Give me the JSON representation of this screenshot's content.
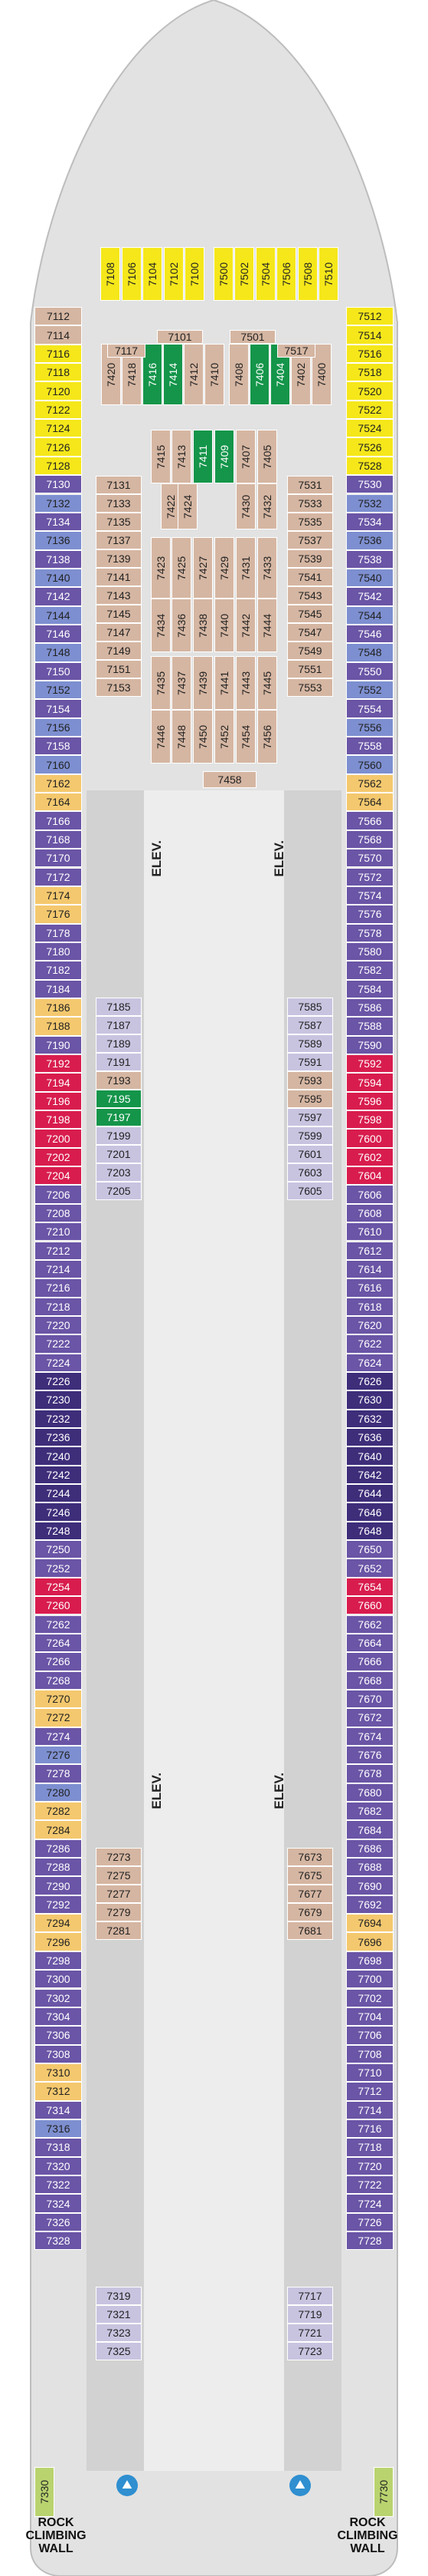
{
  "colors": {
    "purple": "#6a55a6",
    "blue": "#7d8fd0",
    "navy": "#3e2e7a",
    "red": "#d81d4e",
    "yellow": "#f5e71a",
    "green": "#14954a",
    "tan": "#d5b6a2",
    "lavender": "#c8c4e0",
    "orange": "#f4c86e",
    "lightgreen": "#b9d36f",
    "gray": "#d9d9d9"
  },
  "labels": {
    "elevator": "ELEV.",
    "rock_climbing": "ROCK CLIMBING WALL",
    "stair_icon": "stair-icon",
    "accessible_icon": "accessible-icon",
    "connecting_icon": "connecting-arrow-icon",
    "climber_icon": "climbing-icon"
  },
  "top_row": [
    {
      "n": "7108",
      "c": "yellow"
    },
    {
      "n": "7106",
      "c": "yellow"
    },
    {
      "n": "7104",
      "c": "yellow"
    },
    {
      "n": "7102",
      "c": "yellow"
    },
    {
      "n": "7100",
      "c": "yellow"
    },
    {
      "n": "7500",
      "c": "yellow"
    },
    {
      "n": "7502",
      "c": "yellow"
    },
    {
      "n": "7504",
      "c": "yellow"
    },
    {
      "n": "7506",
      "c": "yellow"
    },
    {
      "n": "7508",
      "c": "yellow"
    },
    {
      "n": "7510",
      "c": "yellow"
    }
  ],
  "fwd_row": [
    {
      "n": "7420",
      "c": "tan"
    },
    {
      "n": "7418",
      "c": "tan"
    },
    {
      "n": "7416",
      "c": "green"
    },
    {
      "n": "7414",
      "c": "green"
    },
    {
      "n": "7412",
      "c": "tan"
    },
    {
      "n": "7410",
      "c": "tan"
    },
    {
      "n": "7408",
      "c": "tan"
    },
    {
      "n": "7406",
      "c": "green"
    },
    {
      "n": "7404",
      "c": "green"
    },
    {
      "n": "7402",
      "c": "tan"
    },
    {
      "n": "7400",
      "c": "tan"
    }
  ],
  "fwd_small": [
    {
      "n": "7101",
      "c": "tan"
    },
    {
      "n": "7501",
      "c": "tan"
    },
    {
      "n": "7117",
      "c": "tan"
    },
    {
      "n": "7517",
      "c": "tan"
    }
  ],
  "mid_cols": [
    {
      "n": "7415",
      "c": "tan"
    },
    {
      "n": "7413",
      "c": "tan"
    },
    {
      "n": "7411",
      "c": "green"
    },
    {
      "n": "7409",
      "c": "green"
    },
    {
      "n": "7407",
      "c": "tan"
    },
    {
      "n": "7405",
      "c": "tan"
    },
    {
      "n": "7422",
      "c": "tan"
    },
    {
      "n": "7424",
      "c": "tan"
    },
    {
      "n": "7430",
      "c": "tan"
    },
    {
      "n": "7432",
      "c": "tan"
    },
    {
      "n": "7423",
      "c": "tan"
    },
    {
      "n": "7425",
      "c": "tan"
    },
    {
      "n": "7427",
      "c": "tan"
    },
    {
      "n": "7429",
      "c": "tan"
    },
    {
      "n": "7431",
      "c": "tan"
    },
    {
      "n": "7433",
      "c": "tan"
    },
    {
      "n": "7434",
      "c": "tan"
    },
    {
      "n": "7436",
      "c": "tan"
    },
    {
      "n": "7438",
      "c": "tan"
    },
    {
      "n": "7440",
      "c": "tan"
    },
    {
      "n": "7442",
      "c": "tan"
    },
    {
      "n": "7444",
      "c": "tan"
    },
    {
      "n": "7435",
      "c": "tan"
    },
    {
      "n": "7437",
      "c": "tan"
    },
    {
      "n": "7439",
      "c": "tan"
    },
    {
      "n": "7441",
      "c": "tan"
    },
    {
      "n": "7443",
      "c": "tan"
    },
    {
      "n": "7445",
      "c": "tan"
    },
    {
      "n": "7446",
      "c": "tan"
    },
    {
      "n": "7448",
      "c": "tan"
    },
    {
      "n": "7450",
      "c": "tan"
    },
    {
      "n": "7452",
      "c": "tan"
    },
    {
      "n": "7454",
      "c": "tan"
    },
    {
      "n": "7456",
      "c": "tan"
    },
    {
      "n": "7458",
      "c": "tan"
    }
  ],
  "inner_left_fwd": [
    "7131",
    "7133",
    "7135",
    "7137",
    "7139",
    "7141",
    "7143",
    "7145",
    "7147",
    "7149",
    "7151",
    "7153"
  ],
  "inner_right_fwd": [
    "7531",
    "7533",
    "7535",
    "7537",
    "7539",
    "7541",
    "7543",
    "7545",
    "7547",
    "7549",
    "7551",
    "7553"
  ],
  "port_upper": [
    {
      "n": "7112",
      "c": "tan"
    },
    {
      "n": "7114",
      "c": "tan"
    },
    {
      "n": "7116",
      "c": "yellow"
    },
    {
      "n": "7118",
      "c": "yellow"
    },
    {
      "n": "7120",
      "c": "yellow"
    },
    {
      "n": "7122",
      "c": "yellow"
    },
    {
      "n": "7124",
      "c": "yellow"
    },
    {
      "n": "7126",
      "c": "yellow"
    },
    {
      "n": "7128",
      "c": "yellow"
    },
    {
      "n": "7130",
      "c": "purple"
    },
    {
      "n": "7132",
      "c": "blue"
    },
    {
      "n": "7134",
      "c": "purple"
    },
    {
      "n": "7136",
      "c": "blue"
    },
    {
      "n": "7138",
      "c": "purple"
    },
    {
      "n": "7140",
      "c": "blue"
    },
    {
      "n": "7142",
      "c": "purple"
    },
    {
      "n": "7144",
      "c": "blue"
    },
    {
      "n": "7146",
      "c": "purple"
    },
    {
      "n": "7148",
      "c": "blue"
    },
    {
      "n": "7150",
      "c": "purple"
    },
    {
      "n": "7152",
      "c": "blue"
    },
    {
      "n": "7154",
      "c": "purple"
    },
    {
      "n": "7156",
      "c": "blue"
    },
    {
      "n": "7158",
      "c": "purple"
    },
    {
      "n": "7160",
      "c": "blue"
    },
    {
      "n": "7162",
      "c": "orange"
    },
    {
      "n": "7164",
      "c": "orange"
    },
    {
      "n": "7166",
      "c": "purple"
    },
    {
      "n": "7168",
      "c": "purple"
    },
    {
      "n": "7170",
      "c": "purple"
    },
    {
      "n": "7172",
      "c": "purple"
    },
    {
      "n": "7174",
      "c": "orange"
    },
    {
      "n": "7176",
      "c": "orange"
    },
    {
      "n": "7178",
      "c": "purple"
    },
    {
      "n": "7180",
      "c": "purple"
    },
    {
      "n": "7182",
      "c": "purple"
    },
    {
      "n": "7184",
      "c": "purple"
    },
    {
      "n": "7186",
      "c": "orange"
    },
    {
      "n": "7188",
      "c": "orange"
    },
    {
      "n": "7190",
      "c": "purple"
    },
    {
      "n": "7192",
      "c": "red"
    },
    {
      "n": "7194",
      "c": "red"
    },
    {
      "n": "7196",
      "c": "red"
    },
    {
      "n": "7198",
      "c": "red"
    },
    {
      "n": "7200",
      "c": "red"
    },
    {
      "n": "7202",
      "c": "red"
    },
    {
      "n": "7204",
      "c": "red"
    },
    {
      "n": "7206",
      "c": "purple"
    },
    {
      "n": "7208",
      "c": "purple"
    },
    {
      "n": "7210",
      "c": "purple"
    },
    {
      "n": "7212",
      "c": "purple"
    },
    {
      "n": "7214",
      "c": "purple"
    },
    {
      "n": "7216",
      "c": "purple"
    },
    {
      "n": "7218",
      "c": "purple"
    },
    {
      "n": "7220",
      "c": "purple"
    },
    {
      "n": "7222",
      "c": "purple"
    },
    {
      "n": "7224",
      "c": "purple"
    },
    {
      "n": "7226",
      "c": "navy"
    },
    {
      "n": "7230",
      "c": "navy"
    },
    {
      "n": "7232",
      "c": "navy"
    },
    {
      "n": "7236",
      "c": "navy"
    },
    {
      "n": "7240",
      "c": "navy"
    },
    {
      "n": "7242",
      "c": "navy"
    },
    {
      "n": "7244",
      "c": "navy"
    },
    {
      "n": "7246",
      "c": "navy"
    },
    {
      "n": "7248",
      "c": "navy"
    },
    {
      "n": "7250",
      "c": "purple"
    },
    {
      "n": "7252",
      "c": "purple"
    },
    {
      "n": "7254",
      "c": "red"
    },
    {
      "n": "7260",
      "c": "red"
    },
    {
      "n": "7262",
      "c": "purple"
    },
    {
      "n": "7264",
      "c": "purple"
    },
    {
      "n": "7266",
      "c": "purple"
    },
    {
      "n": "7268",
      "c": "purple"
    },
    {
      "n": "7270",
      "c": "orange"
    },
    {
      "n": "7272",
      "c": "orange"
    },
    {
      "n": "7274",
      "c": "purple"
    },
    {
      "n": "7276",
      "c": "blue"
    },
    {
      "n": "7278",
      "c": "purple"
    },
    {
      "n": "7280",
      "c": "blue"
    },
    {
      "n": "7282",
      "c": "orange"
    },
    {
      "n": "7284",
      "c": "orange"
    },
    {
      "n": "7286",
      "c": "purple"
    },
    {
      "n": "7288",
      "c": "purple"
    },
    {
      "n": "7290",
      "c": "purple"
    },
    {
      "n": "7292",
      "c": "purple"
    },
    {
      "n": "7294",
      "c": "orange"
    },
    {
      "n": "7296",
      "c": "orange"
    },
    {
      "n": "7298",
      "c": "purple"
    },
    {
      "n": "7300",
      "c": "purple"
    },
    {
      "n": "7302",
      "c": "purple"
    },
    {
      "n": "7304",
      "c": "purple"
    },
    {
      "n": "7306",
      "c": "purple"
    },
    {
      "n": "7308",
      "c": "purple"
    },
    {
      "n": "7310",
      "c": "orange"
    },
    {
      "n": "7312",
      "c": "orange"
    },
    {
      "n": "7314",
      "c": "purple"
    },
    {
      "n": "7316",
      "c": "blue"
    },
    {
      "n": "7318",
      "c": "purple"
    },
    {
      "n": "7320",
      "c": "purple"
    },
    {
      "n": "7322",
      "c": "purple"
    },
    {
      "n": "7324",
      "c": "purple"
    },
    {
      "n": "7326",
      "c": "purple"
    },
    {
      "n": "7328",
      "c": "purple"
    }
  ],
  "star_upper": [
    {
      "n": "7512",
      "c": "yellow"
    },
    {
      "n": "7514",
      "c": "yellow"
    },
    {
      "n": "7516",
      "c": "yellow"
    },
    {
      "n": "7518",
      "c": "yellow"
    },
    {
      "n": "7520",
      "c": "yellow"
    },
    {
      "n": "7522",
      "c": "yellow"
    },
    {
      "n": "7524",
      "c": "yellow"
    },
    {
      "n": "7526",
      "c": "yellow"
    },
    {
      "n": "7528",
      "c": "yellow"
    },
    {
      "n": "7530",
      "c": "purple"
    },
    {
      "n": "7532",
      "c": "blue"
    },
    {
      "n": "7534",
      "c": "purple"
    },
    {
      "n": "7536",
      "c": "blue"
    },
    {
      "n": "7538",
      "c": "purple"
    },
    {
      "n": "7540",
      "c": "blue"
    },
    {
      "n": "7542",
      "c": "purple"
    },
    {
      "n": "7544",
      "c": "blue"
    },
    {
      "n": "7546",
      "c": "purple"
    },
    {
      "n": "7548",
      "c": "blue"
    },
    {
      "n": "7550",
      "c": "purple"
    },
    {
      "n": "7552",
      "c": "blue"
    },
    {
      "n": "7554",
      "c": "purple"
    },
    {
      "n": "7556",
      "c": "blue"
    },
    {
      "n": "7558",
      "c": "purple"
    },
    {
      "n": "7560",
      "c": "blue"
    },
    {
      "n": "7562",
      "c": "orange"
    },
    {
      "n": "7564",
      "c": "orange"
    },
    {
      "n": "7566",
      "c": "purple"
    },
    {
      "n": "7568",
      "c": "purple"
    },
    {
      "n": "7570",
      "c": "purple"
    },
    {
      "n": "7572",
      "c": "purple"
    },
    {
      "n": "7574",
      "c": "purple"
    },
    {
      "n": "7576",
      "c": "purple"
    },
    {
      "n": "7578",
      "c": "purple"
    },
    {
      "n": "7580",
      "c": "purple"
    },
    {
      "n": "7582",
      "c": "purple"
    },
    {
      "n": "7584",
      "c": "purple"
    },
    {
      "n": "7586",
      "c": "purple"
    },
    {
      "n": "7588",
      "c": "purple"
    },
    {
      "n": "7590",
      "c": "purple"
    },
    {
      "n": "7592",
      "c": "red"
    },
    {
      "n": "7594",
      "c": "red"
    },
    {
      "n": "7596",
      "c": "red"
    },
    {
      "n": "7598",
      "c": "red"
    },
    {
      "n": "7600",
      "c": "red"
    },
    {
      "n": "7602",
      "c": "red"
    },
    {
      "n": "7604",
      "c": "red"
    },
    {
      "n": "7606",
      "c": "purple"
    },
    {
      "n": "7608",
      "c": "purple"
    },
    {
      "n": "7610",
      "c": "purple"
    },
    {
      "n": "7612",
      "c": "purple"
    },
    {
      "n": "7614",
      "c": "purple"
    },
    {
      "n": "7616",
      "c": "purple"
    },
    {
      "n": "7618",
      "c": "purple"
    },
    {
      "n": "7620",
      "c": "purple"
    },
    {
      "n": "7622",
      "c": "purple"
    },
    {
      "n": "7624",
      "c": "purple"
    },
    {
      "n": "7626",
      "c": "navy"
    },
    {
      "n": "7630",
      "c": "navy"
    },
    {
      "n": "7632",
      "c": "navy"
    },
    {
      "n": "7636",
      "c": "navy"
    },
    {
      "n": "7640",
      "c": "navy"
    },
    {
      "n": "7642",
      "c": "navy"
    },
    {
      "n": "7644",
      "c": "navy"
    },
    {
      "n": "7646",
      "c": "navy"
    },
    {
      "n": "7648",
      "c": "navy"
    },
    {
      "n": "7650",
      "c": "purple"
    },
    {
      "n": "7652",
      "c": "purple"
    },
    {
      "n": "7654",
      "c": "red"
    },
    {
      "n": "7660",
      "c": "red"
    },
    {
      "n": "7662",
      "c": "purple"
    },
    {
      "n": "7664",
      "c": "purple"
    },
    {
      "n": "7666",
      "c": "purple"
    },
    {
      "n": "7668",
      "c": "purple"
    },
    {
      "n": "7670",
      "c": "purple"
    },
    {
      "n": "7672",
      "c": "purple"
    },
    {
      "n": "7674",
      "c": "purple"
    },
    {
      "n": "7676",
      "c": "purple"
    },
    {
      "n": "7678",
      "c": "purple"
    },
    {
      "n": "7680",
      "c": "purple"
    },
    {
      "n": "7682",
      "c": "purple"
    },
    {
      "n": "7684",
      "c": "purple"
    },
    {
      "n": "7686",
      "c": "purple"
    },
    {
      "n": "7688",
      "c": "purple"
    },
    {
      "n": "7690",
      "c": "purple"
    },
    {
      "n": "7692",
      "c": "purple"
    },
    {
      "n": "7694",
      "c": "orange"
    },
    {
      "n": "7696",
      "c": "orange"
    },
    {
      "n": "7698",
      "c": "purple"
    },
    {
      "n": "7700",
      "c": "purple"
    },
    {
      "n": "7702",
      "c": "purple"
    },
    {
      "n": "7704",
      "c": "purple"
    },
    {
      "n": "7706",
      "c": "purple"
    },
    {
      "n": "7708",
      "c": "purple"
    },
    {
      "n": "7710",
      "c": "purple"
    },
    {
      "n": "7712",
      "c": "purple"
    },
    {
      "n": "7714",
      "c": "purple"
    },
    {
      "n": "7716",
      "c": "purple"
    },
    {
      "n": "7718",
      "c": "purple"
    },
    {
      "n": "7720",
      "c": "purple"
    },
    {
      "n": "7722",
      "c": "purple"
    },
    {
      "n": "7724",
      "c": "purple"
    },
    {
      "n": "7726",
      "c": "purple"
    },
    {
      "n": "7728",
      "c": "purple"
    }
  ],
  "inner_port_mid": [
    {
      "n": "7185",
      "c": "lavender"
    },
    {
      "n": "7187",
      "c": "lavender"
    },
    {
      "n": "7189",
      "c": "lavender"
    },
    {
      "n": "7191",
      "c": "lavender"
    },
    {
      "n": "7193",
      "c": "tan"
    },
    {
      "n": "7195",
      "c": "green"
    },
    {
      "n": "7197",
      "c": "green"
    },
    {
      "n": "7199",
      "c": "lavender"
    },
    {
      "n": "7201",
      "c": "lavender"
    },
    {
      "n": "7203",
      "c": "lavender"
    },
    {
      "n": "7205",
      "c": "lavender"
    }
  ],
  "inner_star_mid": [
    {
      "n": "7585",
      "c": "lavender"
    },
    {
      "n": "7587",
      "c": "lavender"
    },
    {
      "n": "7589",
      "c": "lavender"
    },
    {
      "n": "7591",
      "c": "lavender"
    },
    {
      "n": "7593",
      "c": "tan"
    },
    {
      "n": "7595",
      "c": "tan"
    },
    {
      "n": "7597",
      "c": "lavender"
    },
    {
      "n": "7599",
      "c": "lavender"
    },
    {
      "n": "7601",
      "c": "lavender"
    },
    {
      "n": "7603",
      "c": "lavender"
    },
    {
      "n": "7605",
      "c": "lavender"
    }
  ],
  "inner_port_aft": [
    "7273",
    "7275",
    "7277",
    "7279",
    "7281"
  ],
  "inner_star_aft": [
    "7673",
    "7675",
    "7677",
    "7679",
    "7681"
  ],
  "inner_port_aft2": [
    "7319",
    "7321",
    "7323",
    "7325"
  ],
  "inner_star_aft2": [
    "7717",
    "7719",
    "7721",
    "7723"
  ],
  "aft_single": [
    {
      "n": "7330",
      "c": "lightgreen"
    },
    {
      "n": "7730",
      "c": "lightgreen"
    }
  ]
}
